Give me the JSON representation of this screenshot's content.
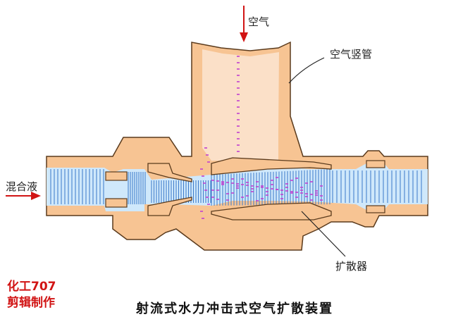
{
  "labels": {
    "air": "空气",
    "air_pipe": "空气竖管",
    "inlet": "混合液",
    "diffuser": "扩散器"
  },
  "brand": {
    "line1": "化工707",
    "line2": "剪辑制作"
  },
  "caption": "射流式水力冲击式空气扩散装置",
  "colors": {
    "body": "#f7c493",
    "outline": "#5a3a1c",
    "water": "#cfe8fb",
    "water_line": "#3a78c8",
    "bubble": "#c040d0",
    "arrow": "#d11414"
  },
  "icons": [
    "air-inlet-arrow",
    "liquid-inlet-arrow"
  ]
}
